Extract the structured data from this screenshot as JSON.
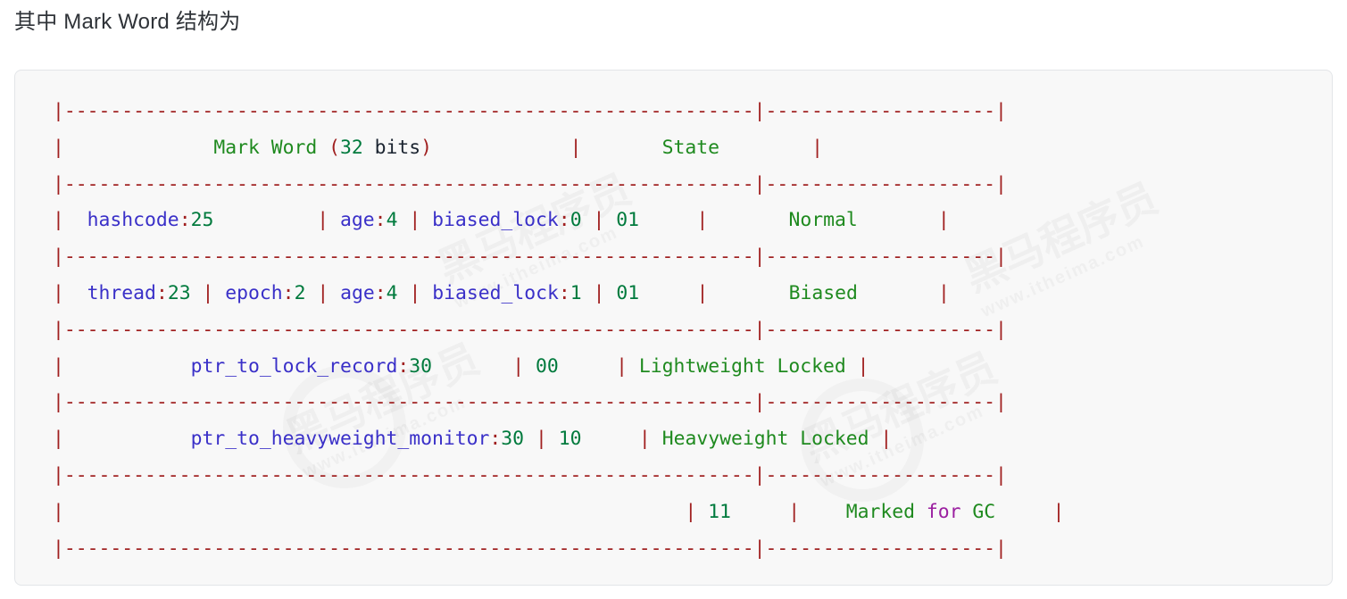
{
  "intro": {
    "text": "其中 Mark Word 结构为"
  },
  "colors": {
    "frame": "#a02020",
    "identifier": "#3a30c8",
    "number": "#007a3d",
    "heading": "#1f8a1f",
    "keyword": "#9b1fa0",
    "plain": "#1b2430",
    "card_background": "#f8f8f8",
    "card_border": "#e3e5e8",
    "page_background": "#ffffff"
  },
  "code_block": {
    "language": "ascii-table",
    "separator_left": "|------------------------------------------------------------|",
    "separator_right": "|--------------------|",
    "lines": [
      {
        "id": "sep-top",
        "type": "separator",
        "tokens": [
          {
            "t": "|------------------------------------------------------------|--------------------|",
            "c": "punct"
          }
        ]
      },
      {
        "id": "header",
        "type": "header",
        "tokens": [
          {
            "t": "|",
            "c": "punct"
          },
          {
            "t": "             ",
            "c": "plain"
          },
          {
            "t": "Mark Word ",
            "c": "title"
          },
          {
            "t": "(",
            "c": "punct"
          },
          {
            "t": "32",
            "c": "num"
          },
          {
            "t": " ",
            "c": "plain"
          },
          {
            "t": "bits",
            "c": "plain"
          },
          {
            "t": ")",
            "c": "punct"
          },
          {
            "t": "            ",
            "c": "plain"
          },
          {
            "t": "|",
            "c": "punct"
          },
          {
            "t": "       ",
            "c": "plain"
          },
          {
            "t": "State",
            "c": "title"
          },
          {
            "t": "        ",
            "c": "plain"
          },
          {
            "t": "|",
            "c": "punct"
          }
        ]
      },
      {
        "id": "sep-1",
        "type": "separator",
        "tokens": [
          {
            "t": "|------------------------------------------------------------|--------------------|",
            "c": "punct"
          }
        ]
      },
      {
        "id": "row-normal",
        "type": "row",
        "tokens": [
          {
            "t": "|",
            "c": "punct"
          },
          {
            "t": "  ",
            "c": "plain"
          },
          {
            "t": "hashcode",
            "c": "name"
          },
          {
            "t": ":",
            "c": "punct"
          },
          {
            "t": "25",
            "c": "num"
          },
          {
            "t": "         ",
            "c": "plain"
          },
          {
            "t": "|",
            "c": "punct"
          },
          {
            "t": " ",
            "c": "plain"
          },
          {
            "t": "age",
            "c": "name"
          },
          {
            "t": ":",
            "c": "punct"
          },
          {
            "t": "4",
            "c": "num"
          },
          {
            "t": " ",
            "c": "plain"
          },
          {
            "t": "|",
            "c": "punct"
          },
          {
            "t": " ",
            "c": "plain"
          },
          {
            "t": "biased_lock",
            "c": "name"
          },
          {
            "t": ":",
            "c": "punct"
          },
          {
            "t": "0",
            "c": "num"
          },
          {
            "t": " ",
            "c": "plain"
          },
          {
            "t": "|",
            "c": "punct"
          },
          {
            "t": " ",
            "c": "plain"
          },
          {
            "t": "01",
            "c": "num"
          },
          {
            "t": "     ",
            "c": "plain"
          },
          {
            "t": "|",
            "c": "punct"
          },
          {
            "t": "       ",
            "c": "plain"
          },
          {
            "t": "Normal",
            "c": "title"
          },
          {
            "t": "       ",
            "c": "plain"
          },
          {
            "t": "|",
            "c": "punct"
          }
        ]
      },
      {
        "id": "sep-2",
        "type": "separator",
        "tokens": [
          {
            "t": "|------------------------------------------------------------|--------------------|",
            "c": "punct"
          }
        ]
      },
      {
        "id": "row-biased",
        "type": "row",
        "tokens": [
          {
            "t": "|",
            "c": "punct"
          },
          {
            "t": "  ",
            "c": "plain"
          },
          {
            "t": "thread",
            "c": "name"
          },
          {
            "t": ":",
            "c": "punct"
          },
          {
            "t": "23",
            "c": "num"
          },
          {
            "t": " ",
            "c": "plain"
          },
          {
            "t": "|",
            "c": "punct"
          },
          {
            "t": " ",
            "c": "plain"
          },
          {
            "t": "epoch",
            "c": "name"
          },
          {
            "t": ":",
            "c": "punct"
          },
          {
            "t": "2",
            "c": "num"
          },
          {
            "t": " ",
            "c": "plain"
          },
          {
            "t": "|",
            "c": "punct"
          },
          {
            "t": " ",
            "c": "plain"
          },
          {
            "t": "age",
            "c": "name"
          },
          {
            "t": ":",
            "c": "punct"
          },
          {
            "t": "4",
            "c": "num"
          },
          {
            "t": " ",
            "c": "plain"
          },
          {
            "t": "|",
            "c": "punct"
          },
          {
            "t": " ",
            "c": "plain"
          },
          {
            "t": "biased_lock",
            "c": "name"
          },
          {
            "t": ":",
            "c": "punct"
          },
          {
            "t": "1",
            "c": "num"
          },
          {
            "t": " ",
            "c": "plain"
          },
          {
            "t": "|",
            "c": "punct"
          },
          {
            "t": " ",
            "c": "plain"
          },
          {
            "t": "01",
            "c": "num"
          },
          {
            "t": "     ",
            "c": "plain"
          },
          {
            "t": "|",
            "c": "punct"
          },
          {
            "t": "       ",
            "c": "plain"
          },
          {
            "t": "Biased",
            "c": "title"
          },
          {
            "t": "       ",
            "c": "plain"
          },
          {
            "t": "|",
            "c": "punct"
          }
        ]
      },
      {
        "id": "sep-3",
        "type": "separator",
        "tokens": [
          {
            "t": "|------------------------------------------------------------|--------------------|",
            "c": "punct"
          }
        ]
      },
      {
        "id": "row-lightweight",
        "type": "row",
        "tokens": [
          {
            "t": "|",
            "c": "punct"
          },
          {
            "t": "           ",
            "c": "plain"
          },
          {
            "t": "ptr_to_lock_record",
            "c": "name"
          },
          {
            "t": ":",
            "c": "punct"
          },
          {
            "t": "30",
            "c": "num"
          },
          {
            "t": "       ",
            "c": "plain"
          },
          {
            "t": "|",
            "c": "punct"
          },
          {
            "t": " ",
            "c": "plain"
          },
          {
            "t": "00",
            "c": "num"
          },
          {
            "t": "     ",
            "c": "plain"
          },
          {
            "t": "|",
            "c": "punct"
          },
          {
            "t": " ",
            "c": "plain"
          },
          {
            "t": "Lightweight Locked",
            "c": "title"
          },
          {
            "t": " ",
            "c": "plain"
          },
          {
            "t": "|",
            "c": "punct"
          }
        ]
      },
      {
        "id": "sep-4",
        "type": "separator",
        "tokens": [
          {
            "t": "|------------------------------------------------------------|--------------------|",
            "c": "punct"
          }
        ]
      },
      {
        "id": "row-heavyweight",
        "type": "row",
        "tokens": [
          {
            "t": "|",
            "c": "punct"
          },
          {
            "t": "           ",
            "c": "plain"
          },
          {
            "t": "ptr_to_heavyweight_monitor",
            "c": "name"
          },
          {
            "t": ":",
            "c": "punct"
          },
          {
            "t": "30",
            "c": "num"
          },
          {
            "t": " ",
            "c": "plain"
          },
          {
            "t": "|",
            "c": "punct"
          },
          {
            "t": " ",
            "c": "plain"
          },
          {
            "t": "10",
            "c": "num"
          },
          {
            "t": "     ",
            "c": "plain"
          },
          {
            "t": "|",
            "c": "punct"
          },
          {
            "t": " ",
            "c": "plain"
          },
          {
            "t": "Heavyweight Locked",
            "c": "title"
          },
          {
            "t": " ",
            "c": "plain"
          },
          {
            "t": "|",
            "c": "punct"
          }
        ]
      },
      {
        "id": "sep-5",
        "type": "separator",
        "tokens": [
          {
            "t": "|------------------------------------------------------------|--------------------|",
            "c": "punct"
          }
        ]
      },
      {
        "id": "row-gc",
        "type": "row",
        "tokens": [
          {
            "t": "|",
            "c": "punct"
          },
          {
            "t": "                                                      ",
            "c": "plain"
          },
          {
            "t": "|",
            "c": "punct"
          },
          {
            "t": " ",
            "c": "plain"
          },
          {
            "t": "11",
            "c": "num"
          },
          {
            "t": "     ",
            "c": "plain"
          },
          {
            "t": "|",
            "c": "punct"
          },
          {
            "t": "    ",
            "c": "plain"
          },
          {
            "t": "Marked ",
            "c": "title"
          },
          {
            "t": "for",
            "c": "kw"
          },
          {
            "t": " ",
            "c": "plain"
          },
          {
            "t": "GC",
            "c": "title"
          },
          {
            "t": "     ",
            "c": "plain"
          },
          {
            "t": "|",
            "c": "punct"
          }
        ]
      },
      {
        "id": "sep-bottom",
        "type": "separator",
        "tokens": [
          {
            "t": "|------------------------------------------------------------|--------------------|",
            "c": "punct"
          }
        ]
      }
    ]
  },
  "table_semantics": {
    "columns": [
      "Mark Word (32 bits)",
      "State"
    ],
    "rows": [
      {
        "fields": "hashcode:25 | age:4 | biased_lock:0 | 01",
        "state": "Normal"
      },
      {
        "fields": "thread:23 | epoch:2 | age:4 | biased_lock:1 | 01",
        "state": "Biased"
      },
      {
        "fields": "ptr_to_lock_record:30 | 00",
        "state": "Lightweight Locked"
      },
      {
        "fields": "ptr_to_heavyweight_monitor:30 | 10",
        "state": "Heavyweight Locked"
      },
      {
        "fields": "11",
        "state": "Marked for GC"
      }
    ]
  },
  "watermark": {
    "line1": "黑马程序员",
    "line2": "www.itheima.com"
  }
}
